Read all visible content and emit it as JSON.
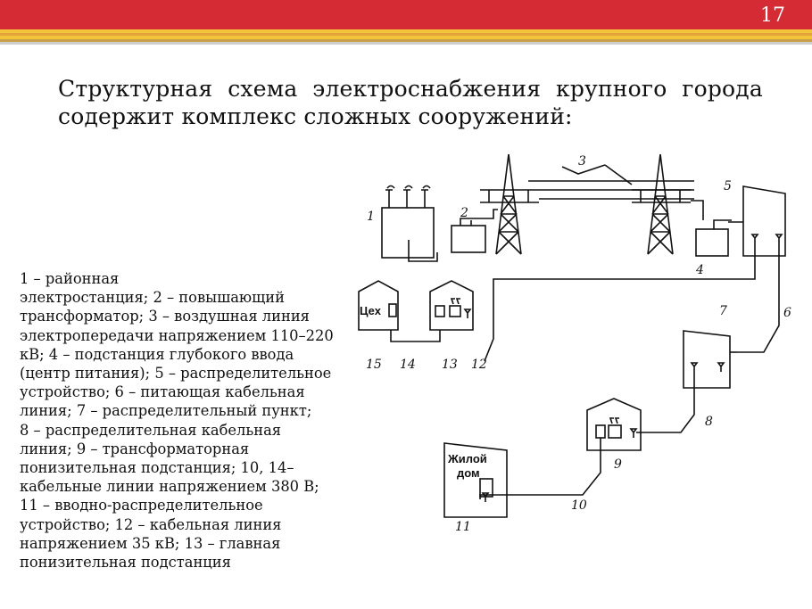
{
  "header": {
    "page_number": "17"
  },
  "title": "Структурная схема электроснабжения крупного города содержит комплекс сложных сооружений:",
  "legend": {
    "line1": "1 – районная",
    "line2": "электростанция; 2 – повышающий трансформатор; 3 – воздушная линия",
    "line3": "электропередачи напряжением 110–220 кВ; 4 – подстанция глубокого ввода (центр питания); 5 – распределительное устройство; 6 – питающая кабельная линия; 7 – распределительный пункт;",
    "line4": "8 – распределительная  кабельная линия; 9 – трансформаторная понизительная подстанция; 10, 14– кабельные линии напряжением 380 В; 11 – вводно-распределительное устройство; 12 – кабельная линия напряжением 35 кВ; 13 – главная понизительная подстанция"
  },
  "diagram": {
    "workshop_label": "Цех",
    "house_label_1": "Жилой",
    "house_label_2": "дом",
    "num_1": "1",
    "num_2": "2",
    "num_3": "3",
    "num_4": "4",
    "num_5": "5",
    "num_6": "6",
    "num_7": "7",
    "num_8": "8",
    "num_9": "9",
    "num_10": "10",
    "num_11": "11",
    "num_12": "12",
    "num_13": "13",
    "num_14": "14",
    "num_15": "15"
  }
}
